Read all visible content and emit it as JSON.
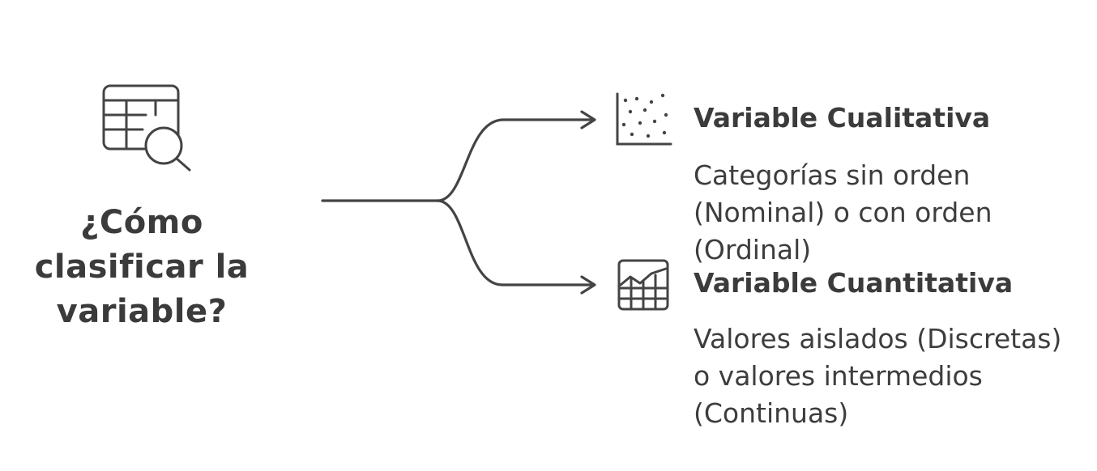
{
  "question": {
    "line1": "¿Cómo",
    "line2": "clasificar la",
    "line3": "variable?"
  },
  "branches": [
    {
      "title": "Variable Cualitativa",
      "description": "Categorías sin orden (Nominal) o con orden (Ordinal)",
      "icon": "scatter-plot-icon"
    },
    {
      "title": "Variable Cuantitativa",
      "description": "Valores aislados (Discretas) o valores intermedios (Continuas)",
      "icon": "grid-chart-icon"
    }
  ],
  "root_icon": "table-search-icon",
  "colors": {
    "stroke": "#3b3b3b",
    "background": "#ffffff"
  }
}
